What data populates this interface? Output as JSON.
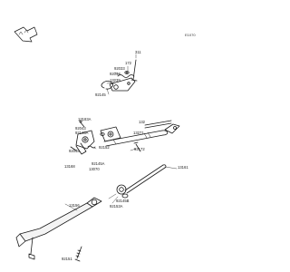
{
  "figure_code": "E1070",
  "part_numbers": {
    "p311": "311",
    "p172": "172",
    "p92033": "92033",
    "p92043_a": "92043",
    "p13239": "13239",
    "p92145": "92145",
    "p132": "132",
    "p13271": "13271",
    "p13183a": "13183A",
    "p92043_b": "92043",
    "p92145a": "92145A",
    "p92152": "92152",
    "p92172": "92172",
    "p92048": "92048",
    "p13168": "13168",
    "p13070": "13070",
    "p92145_c": "92145A",
    "p13161": "13161",
    "p13156": "13156",
    "p92145b": "92145B",
    "p92153a": "92153A",
    "p92151": "92151"
  },
  "icons": {
    "front_arrow": "front-direction-arrow-icon"
  },
  "colors": {
    "line": "#1a1a1a",
    "background": "#ffffff"
  }
}
